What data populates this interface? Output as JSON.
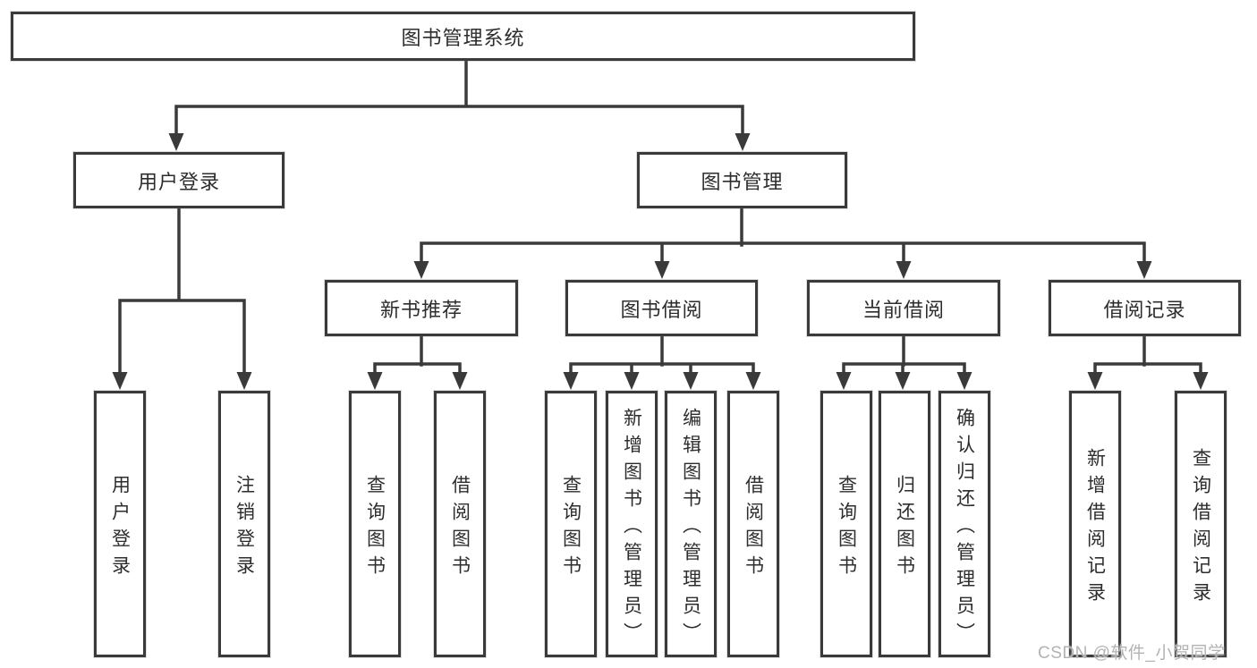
{
  "diagram_title": "图书管理系统",
  "nodes": {
    "root": {
      "label": "图书管理系统"
    },
    "user_login": {
      "label": "用户登录"
    },
    "book_mgmt": {
      "label": "图书管理"
    },
    "new_book": {
      "label": "新书推荐"
    },
    "book_borrow": {
      "label": "图书借阅"
    },
    "current_borrow": {
      "label": "当前借阅"
    },
    "borrow_record": {
      "label": "借阅记录"
    },
    "ul_login": {
      "label": "用户登录"
    },
    "ul_logout": {
      "label": "注销登录"
    },
    "nb_query": {
      "label": "查询图书"
    },
    "nb_borrow": {
      "label": "借阅图书"
    },
    "bb_query": {
      "label": "查询图书"
    },
    "bb_add": {
      "label": "新增图书（管理员）"
    },
    "bb_edit": {
      "label": "编辑图书（管理员）"
    },
    "bb_borrow": {
      "label": "借阅图书"
    },
    "cb_query": {
      "label": "查询图书"
    },
    "cb_return": {
      "label": "归还图书"
    },
    "cb_confirm": {
      "label": "确认归还（管理员）"
    },
    "br_add": {
      "label": "新增借阅记录"
    },
    "br_query": {
      "label": "查询借阅记录"
    }
  },
  "edges": [
    "图书管理系统→用户登录",
    "图书管理系统→图书管理",
    "用户登录→用户登录",
    "用户登录→注销登录",
    "图书管理→新书推荐",
    "图书管理→图书借阅",
    "图书管理→当前借阅",
    "图书管理→借阅记录",
    "新书推荐→查询图书",
    "新书推荐→借阅图书",
    "图书借阅→查询图书",
    "图书借阅→新增图书（管理员）",
    "图书借阅→编辑图书（管理员）",
    "图书借阅→借阅图书",
    "当前借阅→查询图书",
    "当前借阅→归还图书",
    "当前借阅→确认归还（管理员）",
    "借阅记录→新增借阅记录",
    "借阅记录→查询借阅记录"
  ],
  "watermark": {
    "text": "CSDN @软件_小贺同学"
  },
  "colors": {
    "line": "#3a3a3a",
    "text": "#2d2d2d",
    "box_background": "#ffffff",
    "page_background": "#ffffff",
    "watermark": "#b3b3b3"
  }
}
